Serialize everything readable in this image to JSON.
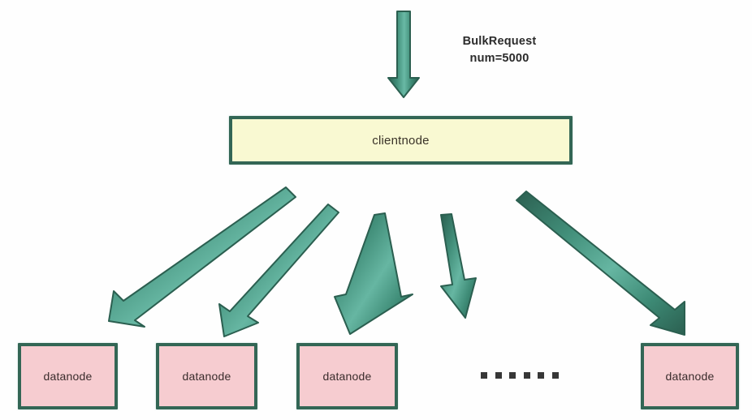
{
  "diagram": {
    "title_text": "BulkRequest num=5000",
    "annotation": {
      "line1": "BulkRequest",
      "line2": "num=5000"
    },
    "client": {
      "label": "clientnode",
      "fill_color": "#f9f9d2",
      "border_color": "#336655"
    },
    "datanodes": [
      {
        "label": "datanode"
      },
      {
        "label": "datanode"
      },
      {
        "label": "datanode"
      },
      {
        "label": "datanode"
      }
    ],
    "datanode_style": {
      "fill_color": "#f6ccd0",
      "border_color": "#336655"
    },
    "ellipsis": {
      "dot_count": 6,
      "color": "#373737"
    },
    "arrows": {
      "color_dark": "#2e6b59",
      "color_light": "#5fb3a0",
      "incoming_count": 1,
      "fanout_count": 5
    },
    "background_color": "#fefefe"
  }
}
